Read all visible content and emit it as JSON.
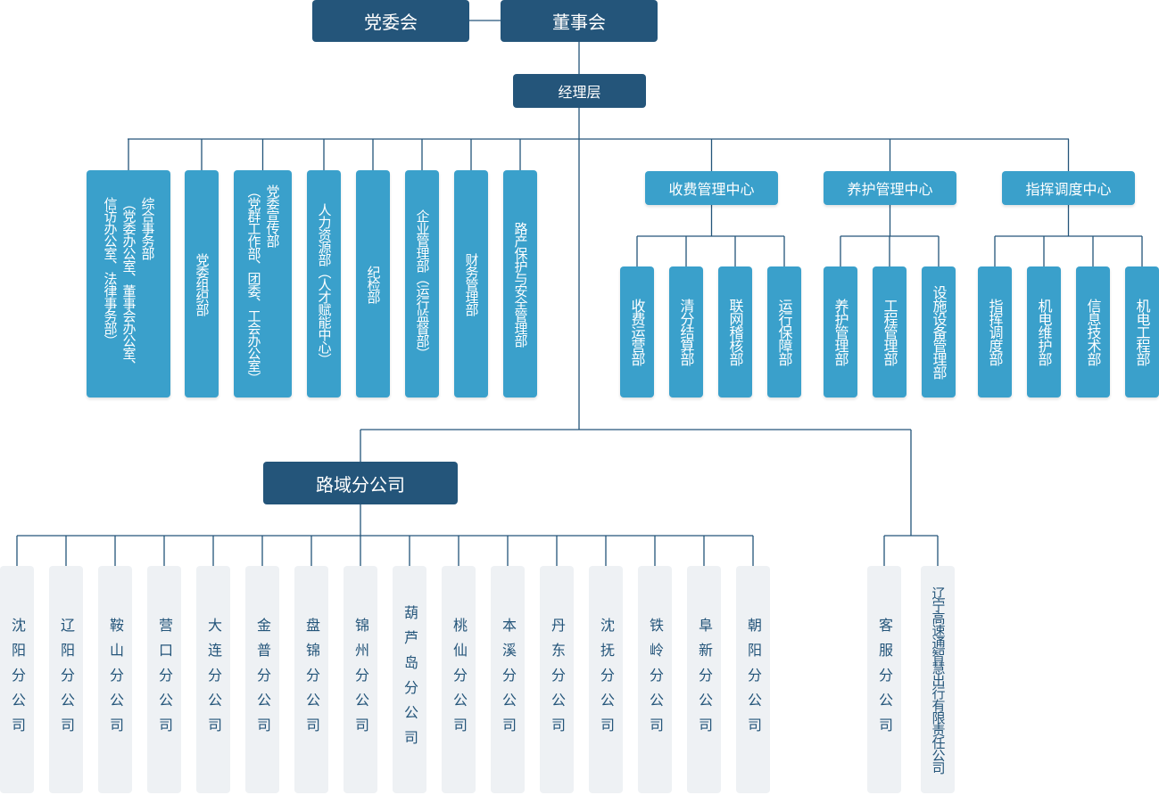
{
  "colors": {
    "dark": "#24557a",
    "mid": "#3aa0cb",
    "light": "#eef1f4",
    "line": "#24557a"
  },
  "top": {
    "party_committee": "党委会",
    "board": "董事会",
    "management": "经理层"
  },
  "departments": [
    {
      "label": "综合事务部\n（党委办公室、董事会办公室、\n信访办公室、法律事务部）"
    },
    {
      "label": "党委组织部"
    },
    {
      "label": "党委宣传部\n（党群工作部、团委、工会办公室）"
    },
    {
      "label": "人力资源部（人才赋能中心）"
    },
    {
      "label": "纪检部"
    },
    {
      "label": "企业管理部（运行监督部）"
    },
    {
      "label": "财务管理部"
    },
    {
      "label": "路产保护与安全管理部"
    }
  ],
  "centers": [
    {
      "label": "收费管理中心",
      "children": [
        "收费运营部",
        "清分结算部",
        "联网稽核部",
        "运行保障部"
      ]
    },
    {
      "label": "养护管理中心",
      "children": [
        "养护管理部",
        "工程管理部",
        "设施设备管理部"
      ]
    },
    {
      "label": "指挥调度中心",
      "children": [
        "指挥调度部",
        "机电维护部",
        "信息技术部",
        "机电工程部"
      ]
    }
  ],
  "regional": {
    "label": "路域分公司",
    "branches": [
      "沈阳分公司",
      "辽阳分公司",
      "鞍山分公司",
      "营口分公司",
      "大连分公司",
      "金普分公司",
      "盘锦分公司",
      "锦州分公司",
      "葫芦岛分公司",
      "桃仙分公司",
      "本溪分公司",
      "丹东分公司",
      "沈抚分公司",
      "铁岭分公司",
      "阜新分公司",
      "朝阳分公司"
    ]
  },
  "others": [
    "客服分公司",
    "辽宁高速通智慧出行有限责任公司"
  ]
}
